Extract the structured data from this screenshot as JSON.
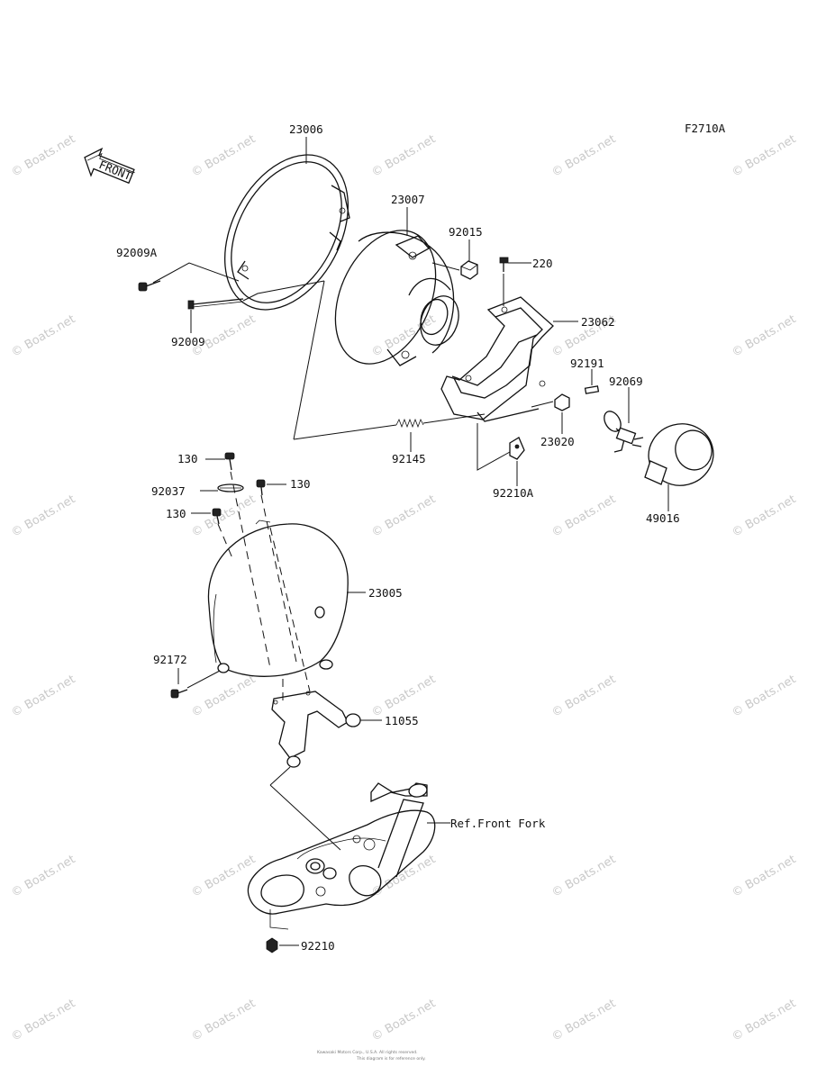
{
  "diagram": {
    "code": "F2710A",
    "front_label": "FRONT",
    "watermark": "© Boats.net",
    "footer": [
      "Kawasaki Motors Corp., U.S.A. All rights reserved.",
      "This diagram is for reference only."
    ],
    "labels": {
      "p23006": "23006",
      "p23007": "23007",
      "p92015": "92015",
      "p220": "220",
      "p23062": "23062",
      "p92009A": "92009A",
      "p92009": "92009",
      "p92191": "92191",
      "p92069": "92069",
      "p23020": "23020",
      "p92145": "92145",
      "p92210A": "92210A",
      "p49016": "49016",
      "p130a": "130",
      "p92037": "92037",
      "p130b": "130",
      "p130c": "130",
      "p23005": "23005",
      "p92172": "92172",
      "p11055": "11055",
      "pfork": "Ref.Front Fork",
      "p92210": "92210"
    }
  }
}
